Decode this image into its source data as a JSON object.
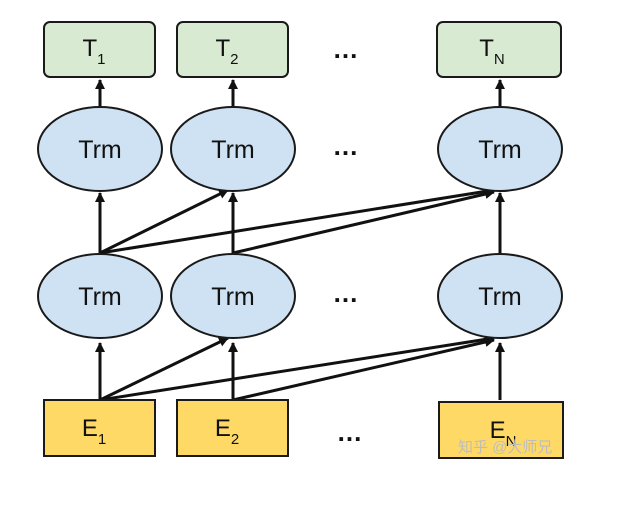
{
  "outputs": [
    {
      "base": "T",
      "sub": "1"
    },
    {
      "base": "T",
      "sub": "2"
    },
    {
      "base": "T",
      "sub": "N"
    }
  ],
  "layer2": [
    "Trm",
    "Trm",
    "Trm"
  ],
  "layer1": [
    "Trm",
    "Trm",
    "Trm"
  ],
  "inputs": [
    {
      "base": "E",
      "sub": "1"
    },
    {
      "base": "E",
      "sub": "2"
    },
    {
      "base": "E",
      "sub": "N"
    }
  ],
  "ellipsis": "...",
  "watermark": "知乎 @大师兄",
  "colors": {
    "output_fill": "#d9ead3",
    "trm_fill": "#cfe2f3",
    "input_fill": "#ffd966",
    "stroke": "#1a1a1a"
  }
}
